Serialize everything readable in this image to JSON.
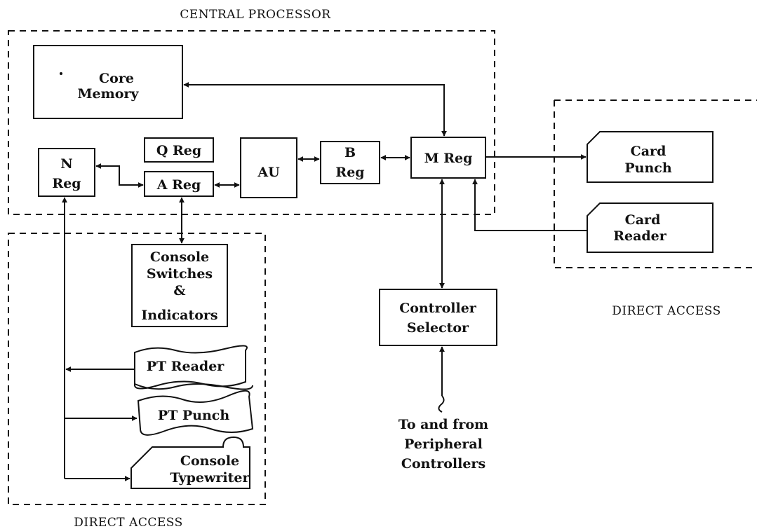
{
  "sections": {
    "central_processor": "CENTRAL PROCESSOR",
    "direct_access_right": "DIRECT ACCESS",
    "direct_access_bottom": "DIRECT ACCESS"
  },
  "blocks": {
    "core_memory": [
      "Core",
      "Memory"
    ],
    "q_reg": "Q Reg",
    "n_reg": [
      "N",
      "Reg"
    ],
    "a_reg": "A Reg",
    "au": "AU",
    "b_reg": [
      "B",
      "Reg"
    ],
    "m_reg": "M Reg",
    "card_punch": [
      "Card",
      "Punch"
    ],
    "card_reader": [
      "Card",
      "Reader"
    ],
    "console_switches": [
      "Console",
      "Switches",
      "&",
      "Indicators"
    ],
    "controller_selector": [
      "Controller",
      "Selector"
    ],
    "pt_reader": "PT Reader",
    "pt_punch": "PT Punch",
    "console_typewriter": [
      "Console",
      "Typewriter"
    ]
  },
  "peripheral_note": [
    "To and from",
    "Peripheral",
    "Controllers"
  ]
}
